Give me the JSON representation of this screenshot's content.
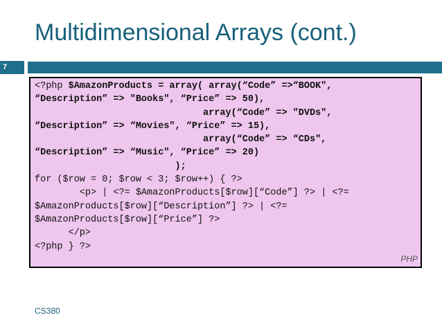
{
  "slide": {
    "title": "Multidimensional Arrays (cont.)",
    "number": "7",
    "footer": "CS380",
    "accent_color": "#1e6f8c",
    "code_bg_color": "#efc7ee"
  },
  "code": {
    "language_label": "PHP",
    "lines": [
      {
        "text": "<?php ",
        "bold": "$AmazonProducts = array( array(“Code” =>“BOOK\","
      },
      {
        "text": "",
        "bold": "“Description” => \"Books\", “Price” => 50),"
      },
      {
        "text": "",
        "bold": "                              array(“Code” => \"DVDs\","
      },
      {
        "text": "",
        "bold": "“Description” => “Movies\", “Price” => 15),"
      },
      {
        "text": "",
        "bold": "                              array(“Code” => “CDs\","
      },
      {
        "text": "",
        "bold": "“Description” => “Music\", “Price” => 20)"
      },
      {
        "text": "",
        "bold": "                         );"
      },
      {
        "text": "for ($row = 0; $row < 3; $row++) { ?>",
        "bold": ""
      },
      {
        "text": "        <p> | <?= $AmazonProducts[$row][“Code”] ?> | <?=",
        "bold": ""
      },
      {
        "text": "$AmazonProducts[$row][“Description”] ?> | <?=",
        "bold": ""
      },
      {
        "text": "$AmazonProducts[$row][“Price”] ?>",
        "bold": ""
      },
      {
        "text": "      </p>",
        "bold": ""
      },
      {
        "text": "<?php } ?>",
        "bold": ""
      }
    ]
  }
}
